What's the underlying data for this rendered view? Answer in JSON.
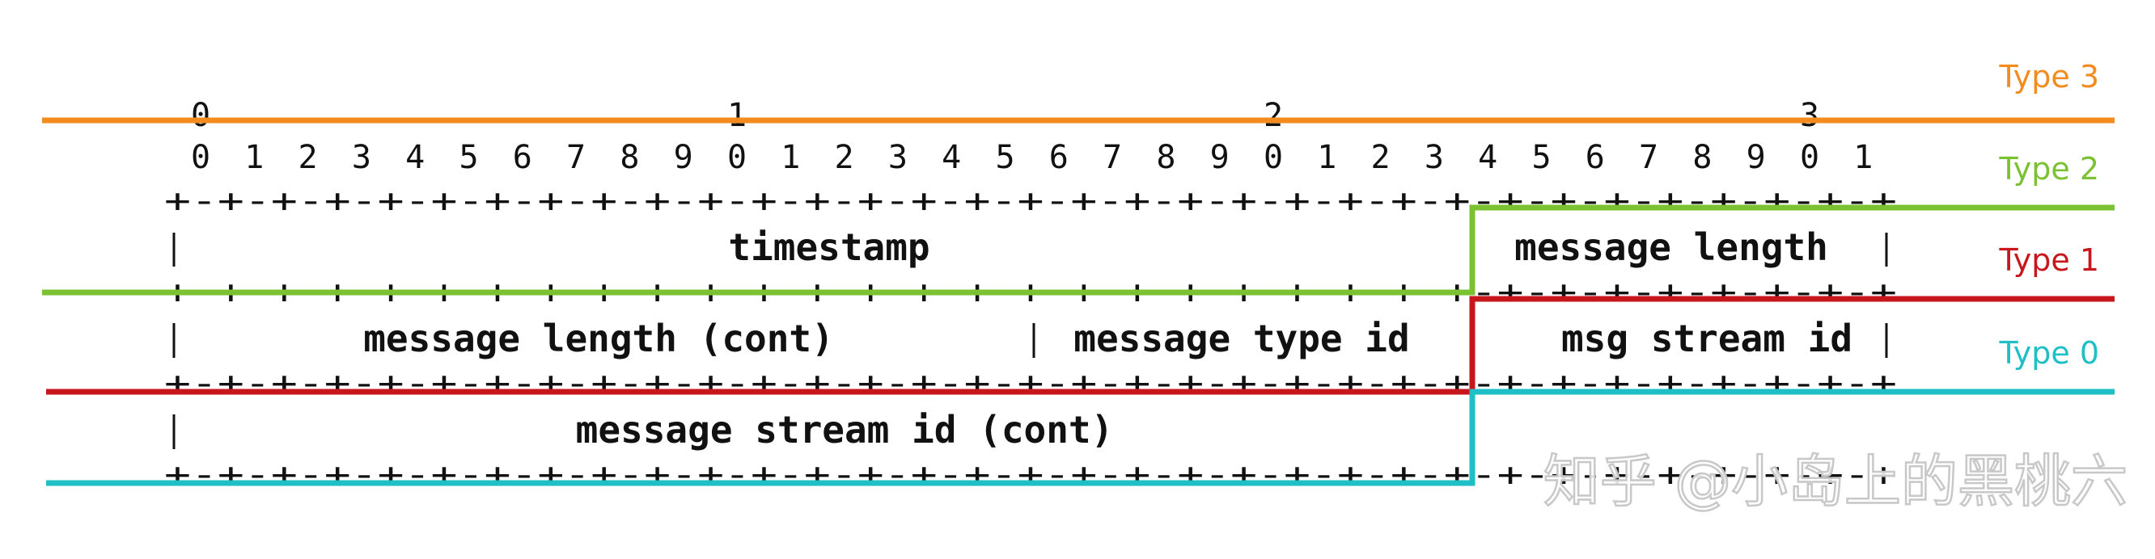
{
  "bit_groups": [
    "0",
    "1",
    "2",
    "3"
  ],
  "bit_digits": [
    "0",
    "1",
    "2",
    "3",
    "4",
    "5",
    "6",
    "7",
    "8",
    "9",
    "0",
    "1",
    "2",
    "3",
    "4",
    "5",
    "6",
    "7",
    "8",
    "9",
    "0",
    "1",
    "2",
    "3",
    "4",
    "5",
    "6",
    "7",
    "8",
    "9",
    "0",
    "1"
  ],
  "border_line": "+-+-+-+-+-+-+-+-+-+-+-+-+-+-+-+-+-+-+-+-+-+-+-+-+-+-+-+-+-+-+-+-+",
  "fields": {
    "timestamp": "timestamp",
    "message_length": "message length",
    "message_length_cont": "message length (cont)",
    "message_type_id": "message type id",
    "msg_stream_id": "msg stream id",
    "message_stream_id_cont": "message stream id (cont)"
  },
  "types": [
    {
      "label": "Type 3",
      "color": "#F28C1E"
    },
    {
      "label": "Type 2",
      "color": "#7AC231"
    },
    {
      "label": "Type 1",
      "color": "#C8161D"
    },
    {
      "label": "Type 0",
      "color": "#1EBFC6"
    }
  ],
  "watermark": "知乎 @小岛上的黑桃六"
}
